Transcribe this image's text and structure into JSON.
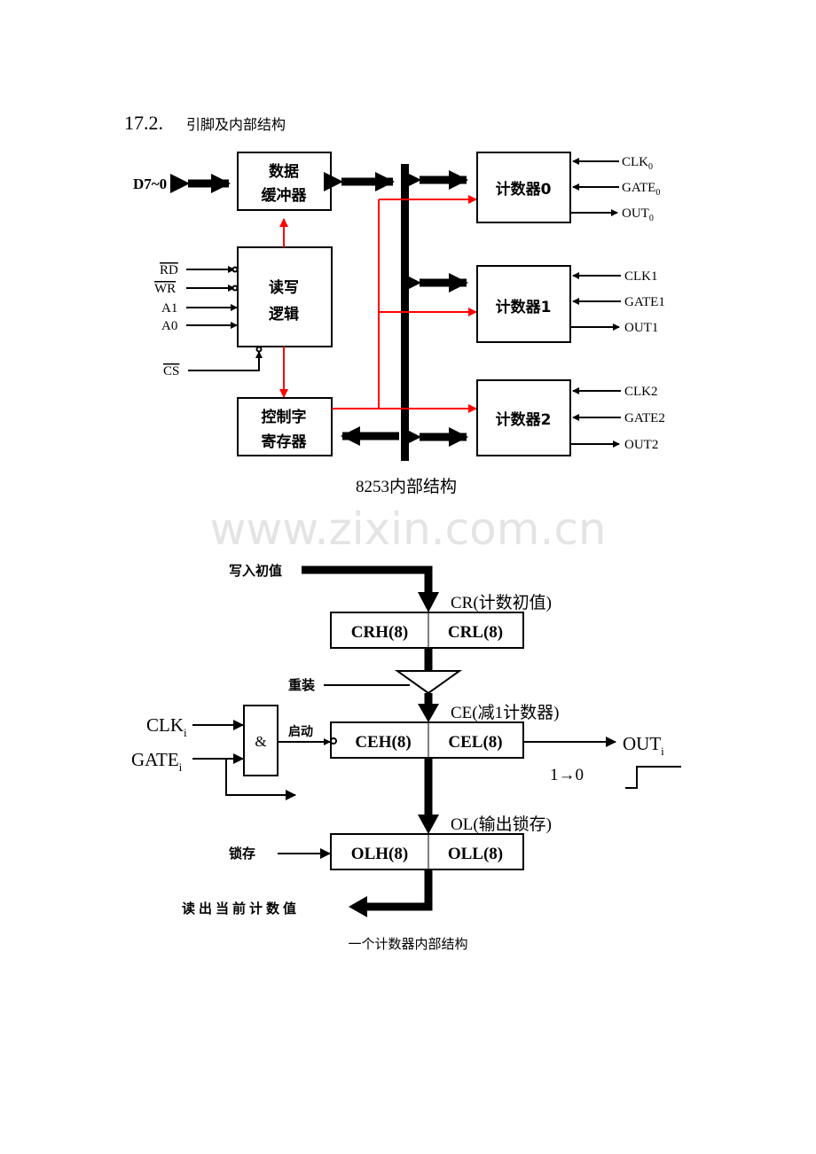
{
  "heading": {
    "number": "17.2.",
    "title": "引脚及内部结构"
  },
  "diagram1": {
    "data_buffer": [
      "数据",
      "缓冲器"
    ],
    "rw_logic": [
      "读写",
      "逻辑"
    ],
    "control_reg": [
      "控制字",
      "寄存器"
    ],
    "data_bus_label": "D7~0",
    "inputs": {
      "rd": "RD",
      "wr": "WR",
      "a1": "A1",
      "a0": "A0",
      "cs": "CS"
    },
    "counters": [
      {
        "label": "计数器0",
        "clk": "CLK",
        "gate": "GATE",
        "out": "OUT",
        "sub": "0"
      },
      {
        "label": "计数器1",
        "clk": "CLK1",
        "gate": "GATE1",
        "out": "OUT1"
      },
      {
        "label": "计数器2",
        "clk": "CLK2",
        "gate": "GATE2",
        "out": "OUT2"
      }
    ],
    "caption": "8253内部结构"
  },
  "watermark": "www.zixin.com.cn",
  "diagram2": {
    "write_initial": "写入初值",
    "cr_label": "CR(计数初值)",
    "crh": "CRH(8)",
    "crl": "CRL(8)",
    "reload": "重装",
    "ce_label": "CE(减1计数器)",
    "ceh": "CEH(8)",
    "cel": "CEL(8)",
    "clk": "CLK",
    "gate": "GATE",
    "sub_i": "i",
    "and_gate": "&",
    "start": "启动",
    "out": "OUT",
    "transition": "1→0",
    "ol_label": "OL(输出锁存)",
    "olh": "OLH(8)",
    "oll": "OLL(8)",
    "latch": "锁存",
    "read_current": "读出当前计数值",
    "caption": "一个计数器内部结构"
  },
  "colors": {
    "control_lines": "#ff0000",
    "watermark": "#e4e4e4"
  }
}
